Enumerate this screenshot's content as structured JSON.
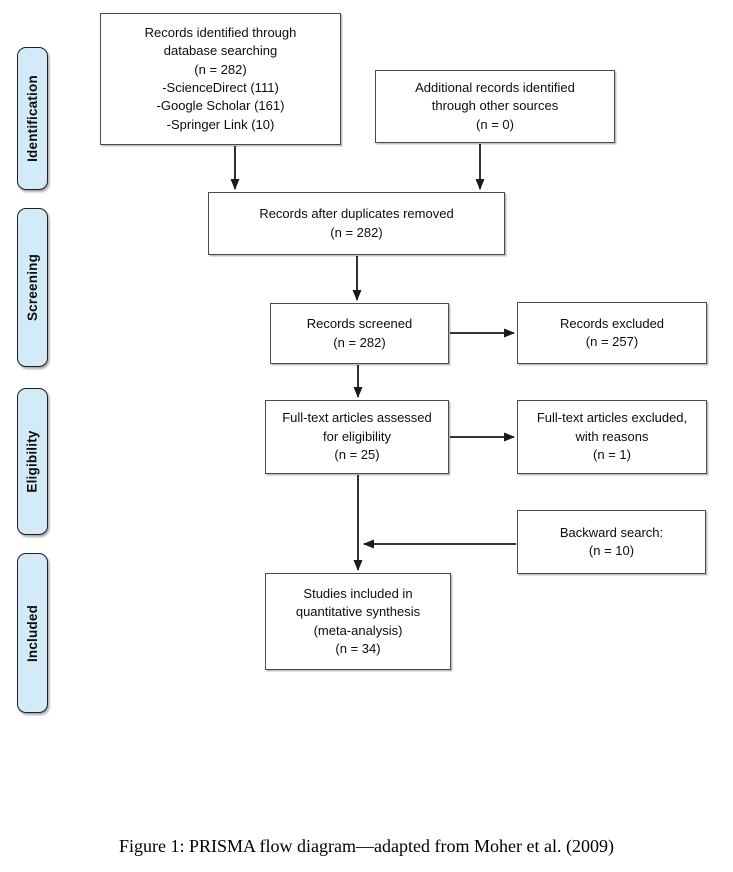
{
  "figure": {
    "caption": "Figure 1: PRISMA flow diagram—adapted from Moher et al. (2009)"
  },
  "stages": [
    {
      "label": "Identification"
    },
    {
      "label": "Screening"
    },
    {
      "label": "Eligibility"
    },
    {
      "label": "Included"
    }
  ],
  "flow": {
    "database_search": {
      "lines": [
        "Records identified through",
        "database searching",
        "(n = 282)",
        "-ScienceDirect (111)",
        "-Google Scholar (161)",
        "-Springer Link (10)"
      ]
    },
    "other_sources": {
      "lines": [
        "Additional records identified",
        "through other sources",
        "(n = 0)"
      ]
    },
    "duplicates_removed": {
      "lines": [
        "Records after duplicates removed",
        "(n = 282)"
      ]
    },
    "records_screened": {
      "lines": [
        "Records screened",
        "(n = 282)"
      ]
    },
    "records_excluded": {
      "lines": [
        "Records excluded",
        "(n = 257)"
      ]
    },
    "fulltext_assessed": {
      "lines": [
        "Full-text articles assessed",
        "for eligibility",
        "(n = 25)"
      ]
    },
    "fulltext_excluded": {
      "lines": [
        "Full-text articles excluded,",
        "with reasons",
        "(n = 1)"
      ]
    },
    "backward_search": {
      "lines": [
        "Backward search:",
        "(n = 10)"
      ]
    },
    "studies_included": {
      "lines": [
        "Studies included in",
        "quantitative synthesis",
        "(meta-analysis)",
        "(n = 34)"
      ]
    }
  },
  "colors": {
    "stage_fill": "#d3eaf8",
    "stage_border": "#1f1f1f",
    "box_border": "#4a4a4a",
    "arrow": "#1a1a1a",
    "background": "#ffffff"
  }
}
